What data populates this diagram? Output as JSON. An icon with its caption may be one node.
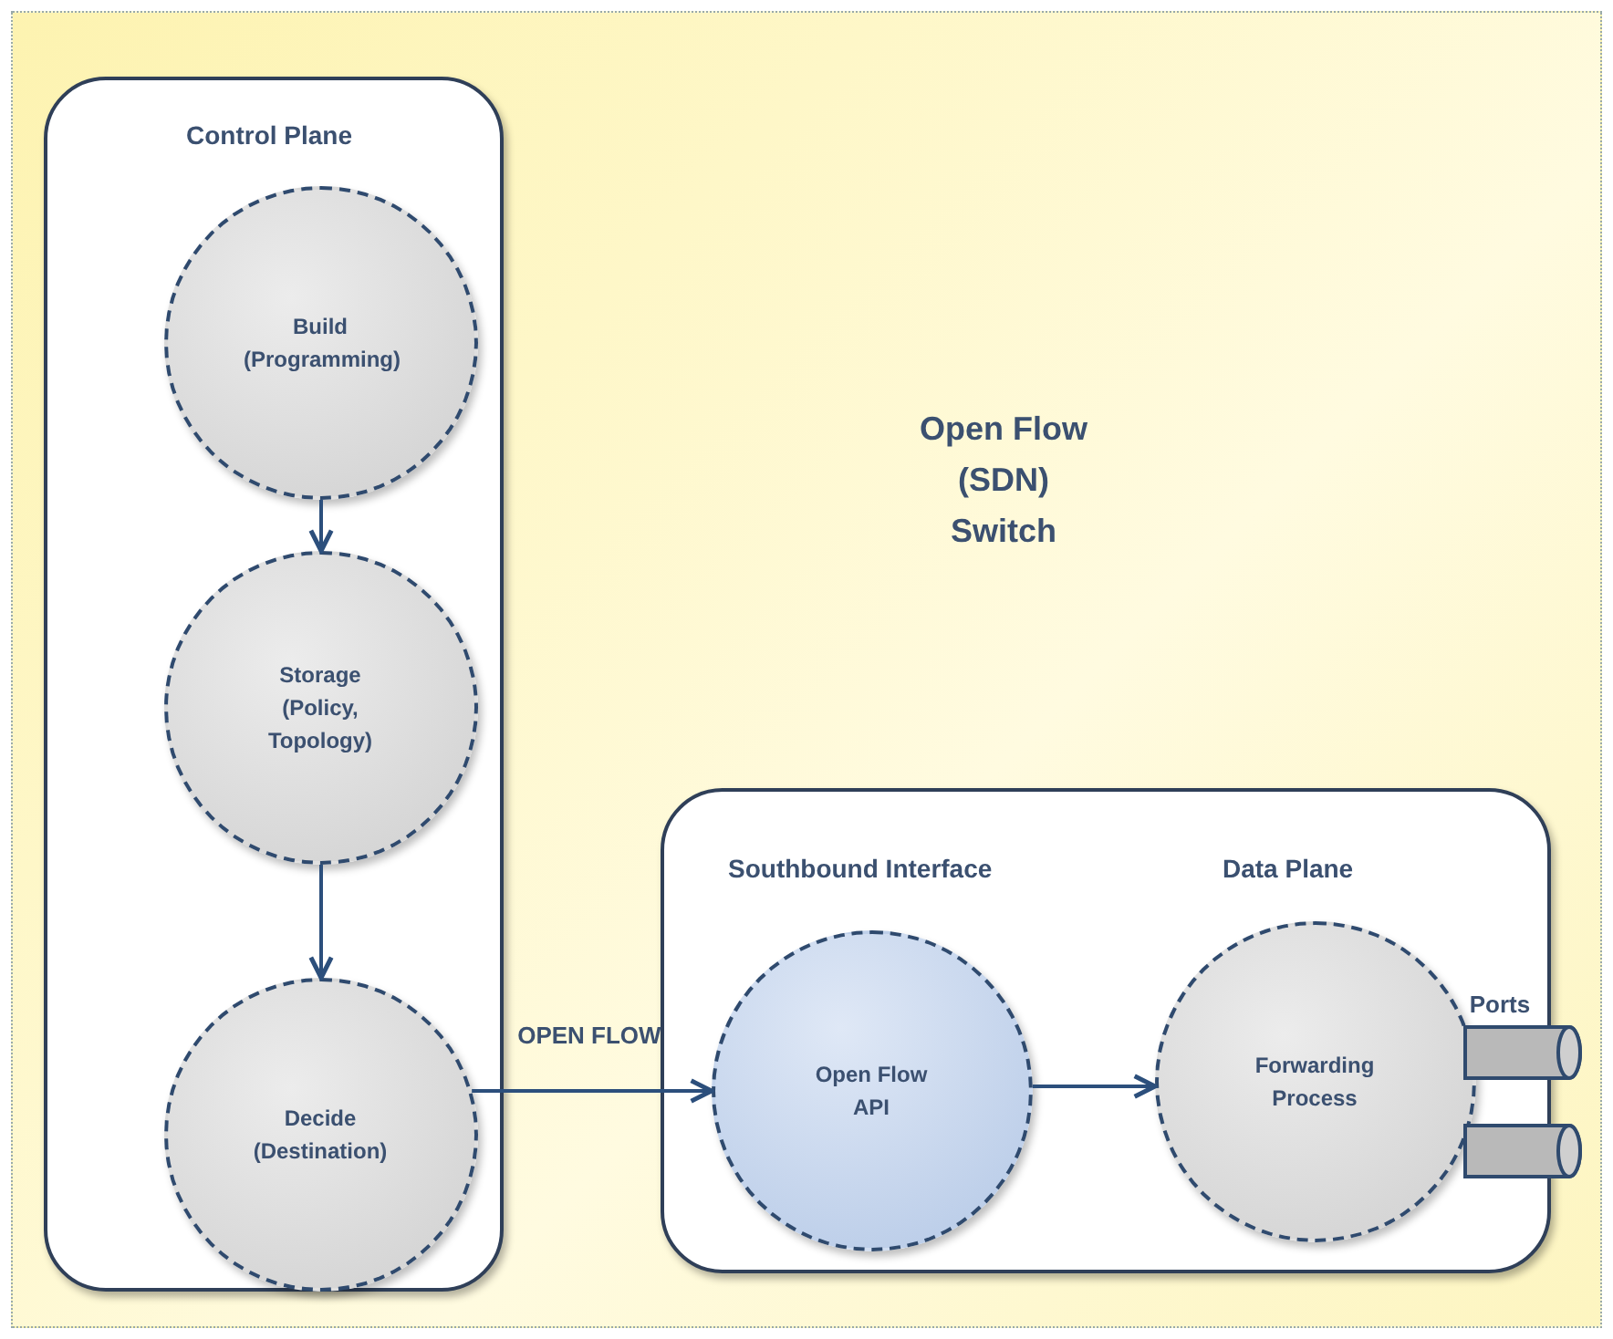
{
  "diagram": {
    "title": "Open Flow (SDN) Switch",
    "nodes": [
      {
        "text": [
          "Control Plane"
        ]
      },
      {
        "text": [
          "Build (Programming)"
        ],
        "in": 0
      },
      {
        "text": [
          "Storage (Policy, Topology)"
        ],
        "in": 0
      },
      {
        "text": [
          "Decide (Destination)"
        ],
        "in": 0
      },
      {
        "text": [
          "Southbound Interface",
          "Data Plane"
        ]
      },
      {
        "text": [
          "Open Flow API"
        ],
        "in": 4
      },
      {
        "text": [
          "Forwarding Process"
        ],
        "in": 4
      }
    ],
    "edges": [
      {
        "from": 1,
        "to": 2,
        "arrow": "to"
      },
      {
        "from": 2,
        "to": 3,
        "arrow": "to"
      },
      {
        "from": 3,
        "to": 5,
        "arrow": "to",
        "label": "OPEN FLOW"
      },
      {
        "from": 5,
        "to": 6,
        "arrow": "to"
      }
    ],
    "labels": [
      "Ports"
    ]
  }
}
